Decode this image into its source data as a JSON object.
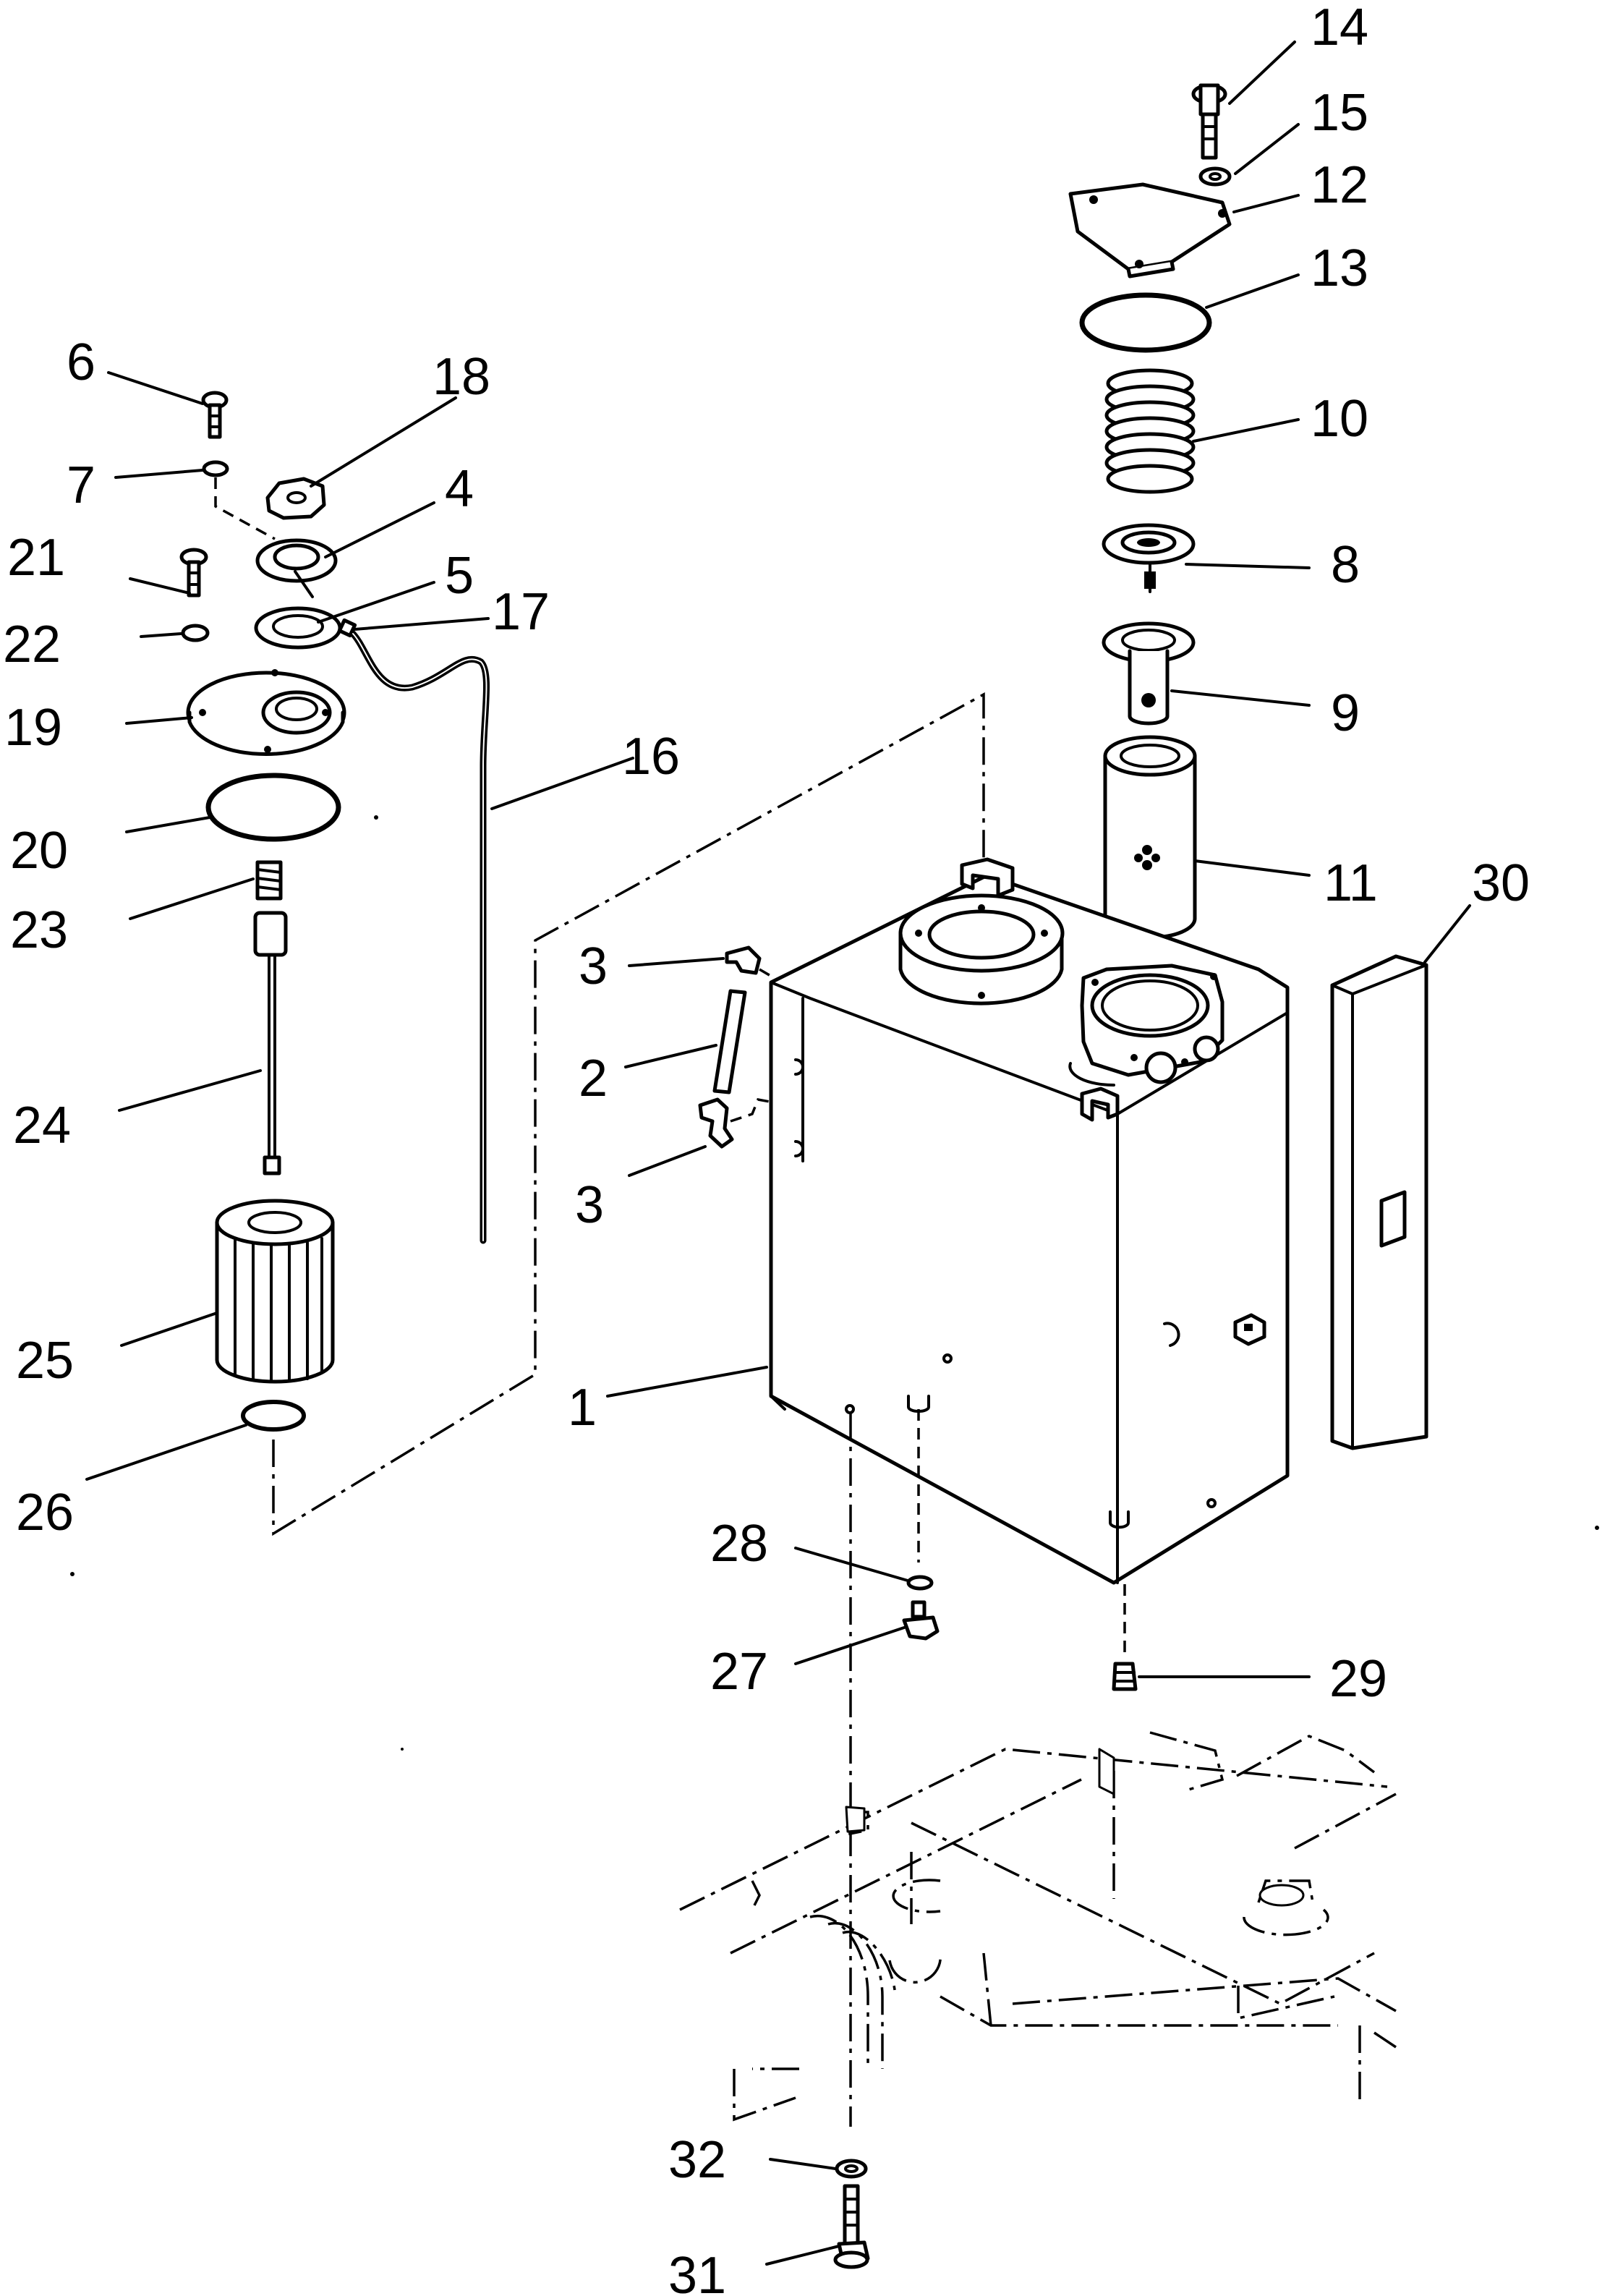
{
  "labels": {
    "l1": "1",
    "l2": "2",
    "l3a": "3",
    "l3b": "3",
    "l4": "4",
    "l5": "5",
    "l6": "6",
    "l7": "7",
    "l8": "8",
    "l9": "9",
    "l10": "10",
    "l11": "11",
    "l12": "12",
    "l13": "13",
    "l14": "14",
    "l15": "15",
    "l16": "16",
    "l17": "17",
    "l18": "18",
    "l19": "19",
    "l20": "20",
    "l21": "21",
    "l22": "22",
    "l23": "23",
    "l24": "24",
    "l25": "25",
    "l26": "26",
    "l27": "27",
    "l28": "28",
    "l29": "29",
    "l30": "30",
    "l31": "31",
    "l32": "32"
  }
}
